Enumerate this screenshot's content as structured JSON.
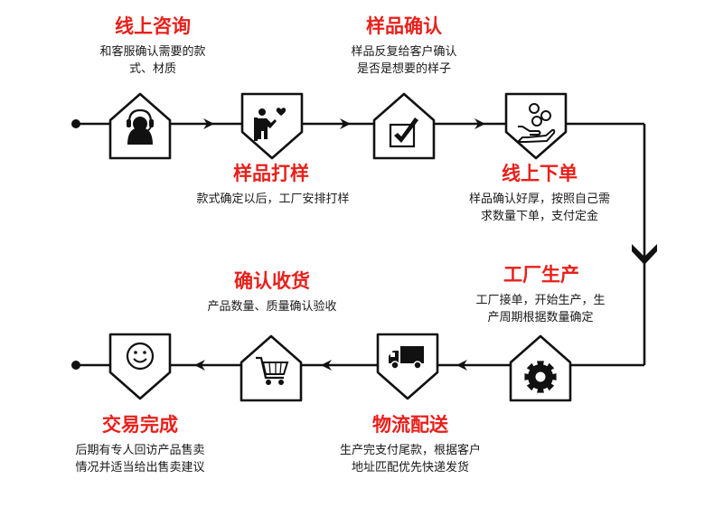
{
  "colors": {
    "title": "#e8201b",
    "line": "#111111",
    "badge_fill": "#ffffff",
    "badge_stroke": "#111111",
    "icon_dark": "#111111",
    "icon_light": "#ffffff"
  },
  "steps": [
    {
      "id": "consult",
      "title": "线上咨询",
      "desc": [
        "和客服确认需要的款",
        "式、材质"
      ],
      "icon": "headset-agent-icon"
    },
    {
      "id": "sample-make",
      "title": "样品打样",
      "desc": [
        "款式确定以后，工厂安排打样"
      ],
      "icon": "presenter-icon"
    },
    {
      "id": "sample-confirm",
      "title": "样品确认",
      "desc": [
        "样品反复给客户确认",
        "是否是想要的样子"
      ],
      "icon": "checkbox-icon"
    },
    {
      "id": "order",
      "title": "线上下单",
      "desc": [
        "样品确认好厚，按照自己需",
        "求数量下单，支付定金"
      ],
      "icon": "coins-hand-icon"
    },
    {
      "id": "production",
      "title": "工厂生产",
      "desc": [
        "工厂接单，开始生产，生",
        "产周期根据数量确定"
      ],
      "icon": "gear-icon"
    },
    {
      "id": "logistics",
      "title": "物流配送",
      "desc": [
        "生产完支付尾款，根据客户",
        "地址匹配优先快递发货"
      ],
      "icon": "truck-icon"
    },
    {
      "id": "receive",
      "title": "确认收货",
      "desc": [
        "产品数量、质量确认验收"
      ],
      "icon": "shopping-cart-icon"
    },
    {
      "id": "done",
      "title": "交易完成",
      "desc": [
        "后期有专人回访产品售卖",
        "情况并适当给出售卖建议"
      ],
      "icon": "smiley-icon"
    }
  ]
}
